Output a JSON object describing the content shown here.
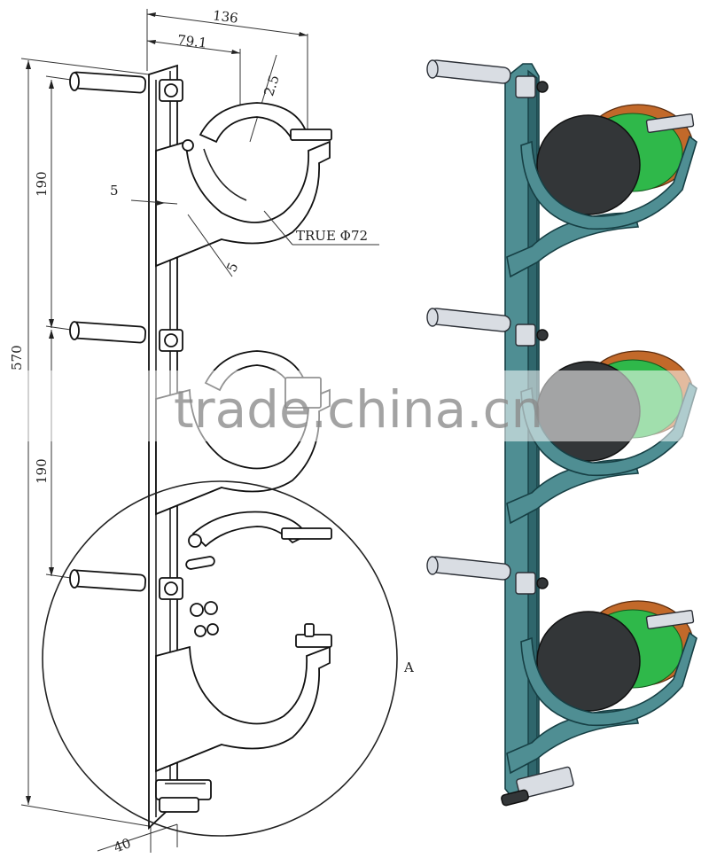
{
  "drawing": {
    "dimensions": {
      "overall_width": "136",
      "offset_width": "79.1",
      "thickness_top": "2.5",
      "thickness_side": "5",
      "thickness_diag": "5",
      "clamp_diameter": "TRUE Φ72",
      "pitch_upper": "190",
      "pitch_lower": "190",
      "overall_height": "570",
      "base_width": "40"
    },
    "detail_label": "A"
  },
  "watermark": "trade.china.cn",
  "colors": {
    "bracket_teal": "#4f8e93",
    "cable_black": "#333638",
    "band_orange": "#c2692a",
    "band_green": "#2fb84a"
  }
}
